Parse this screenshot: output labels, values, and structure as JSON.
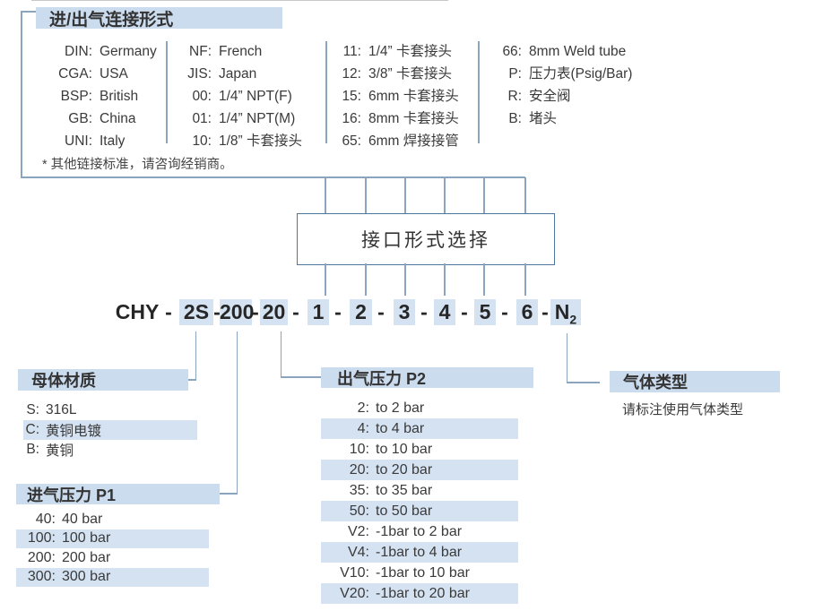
{
  "colors": {
    "highlight_row": "#d4e2f2",
    "highlight_header": "#cbdcef",
    "line": "#8ca5bf",
    "box_border": "#4f769e"
  },
  "top_table": {
    "header": "进/出气连接形式",
    "footnote": "* 其他链接标准，请咨询经销商。",
    "columns": [
      {
        "items": [
          {
            "code": "DIN:",
            "value": "Germany"
          },
          {
            "code": "CGA:",
            "value": "USA"
          },
          {
            "code": "BSP:",
            "value": "British"
          },
          {
            "code": "GB:",
            "value": "China"
          },
          {
            "code": "UNI:",
            "value": "Italy"
          }
        ]
      },
      {
        "items": [
          {
            "code": "NF:",
            "value": "French"
          },
          {
            "code": "JIS:",
            "value": "Japan"
          },
          {
            "code": "00:",
            "value": "1/4” NPT(F)"
          },
          {
            "code": "01:",
            "value": "1/4” NPT(M)"
          },
          {
            "code": "10:",
            "value": "1/8”  卡套接头"
          }
        ]
      },
      {
        "items": [
          {
            "code": "11:",
            "value": "1/4”  卡套接头"
          },
          {
            "code": "12:",
            "value": "3/8”  卡套接头"
          },
          {
            "code": "15:",
            "value": "6mm 卡套接头"
          },
          {
            "code": "16:",
            "value": "8mm 卡套接头"
          },
          {
            "code": "65:",
            "value": "6mm 焊接接管"
          }
        ]
      },
      {
        "items": [
          {
            "code": "66:",
            "value": "8mm Weld tube"
          },
          {
            "code": "P:",
            "value": "压力表(Psig/Bar)"
          },
          {
            "code": "R:",
            "value": "安全阀"
          },
          {
            "code": "B:",
            "value": "堵头"
          }
        ]
      }
    ]
  },
  "selector_box": {
    "label": "接口形式选择"
  },
  "code_line": {
    "prefix": "CHY",
    "dash": "-",
    "seg_material": "2S",
    "seg_inlet": "200",
    "seg_outlet": "20",
    "seg_port1": "1",
    "seg_port2": "2",
    "seg_port3": "3",
    "seg_port4": "4",
    "seg_port5": "5",
    "seg_port6": "6",
    "gas_main": "N",
    "gas_sub": "2"
  },
  "material": {
    "header": "母体材质",
    "items": [
      {
        "code": "S:",
        "value": "316L"
      },
      {
        "code": "C:",
        "value": "黄铜电镀"
      },
      {
        "code": "B:",
        "value": "黄铜"
      }
    ]
  },
  "inlet_pressure": {
    "header": "进气压力 P1",
    "items": [
      {
        "code": "40:",
        "value": "40 bar"
      },
      {
        "code": "100:",
        "value": "100 bar"
      },
      {
        "code": "200:",
        "value": "200 bar"
      },
      {
        "code": "300:",
        "value": "300 bar"
      }
    ]
  },
  "outlet_pressure": {
    "header": "出气压力 P2",
    "items": [
      {
        "code": "2:",
        "value": "to 2 bar"
      },
      {
        "code": "4:",
        "value": "to 4 bar"
      },
      {
        "code": "10:",
        "value": "to 10 bar"
      },
      {
        "code": "20:",
        "value": "to 20 bar"
      },
      {
        "code": "35:",
        "value": "to 35 bar"
      },
      {
        "code": "50:",
        "value": "to 50 bar"
      },
      {
        "code": "V2:",
        "value": "-1bar to 2 bar"
      },
      {
        "code": "V4:",
        "value": "-1bar to 4 bar"
      },
      {
        "code": "V10:",
        "value": "-1bar to 10 bar"
      },
      {
        "code": "V20:",
        "value": "-1bar to 20 bar"
      }
    ]
  },
  "gas_type": {
    "header": "气体类型",
    "note": "请标注使用气体类型"
  }
}
